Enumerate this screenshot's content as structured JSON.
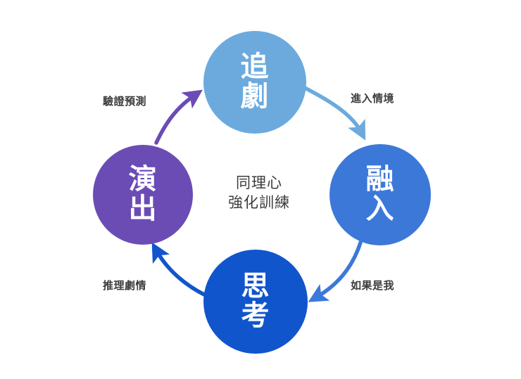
{
  "diagram": {
    "center": {
      "line1": "同理心",
      "line2": "強化訓練"
    },
    "nodes": [
      {
        "id": "node-top",
        "name": "chase-drama",
        "label": "追劇",
        "color": "#6CAADE",
        "position": "top"
      },
      {
        "id": "node-right",
        "name": "immerse",
        "label": "融入",
        "color": "#3C78D8",
        "position": "right"
      },
      {
        "id": "node-bottom",
        "name": "think",
        "label": "思考",
        "color": "#1155CC",
        "position": "bottom"
      },
      {
        "id": "node-left",
        "name": "perform",
        "label": "演出",
        "color": "#6B4CB5",
        "position": "left"
      }
    ],
    "arrows": [
      {
        "id": "arrow-top-right",
        "label": "進入情境",
        "from": "追劇",
        "to": "融入",
        "color": "#6CAADE"
      },
      {
        "id": "arrow-right-bottom",
        "label": "如果是我",
        "from": "融入",
        "to": "思考",
        "color": "#3C78D8"
      },
      {
        "id": "arrow-bottom-left",
        "label": "推理劇情",
        "from": "思考",
        "to": "演出",
        "color": "#1155CC"
      },
      {
        "id": "arrow-left-top",
        "label": "驗證預測",
        "from": "演出",
        "to": "追劇",
        "color": "#6B4CB5"
      }
    ]
  }
}
